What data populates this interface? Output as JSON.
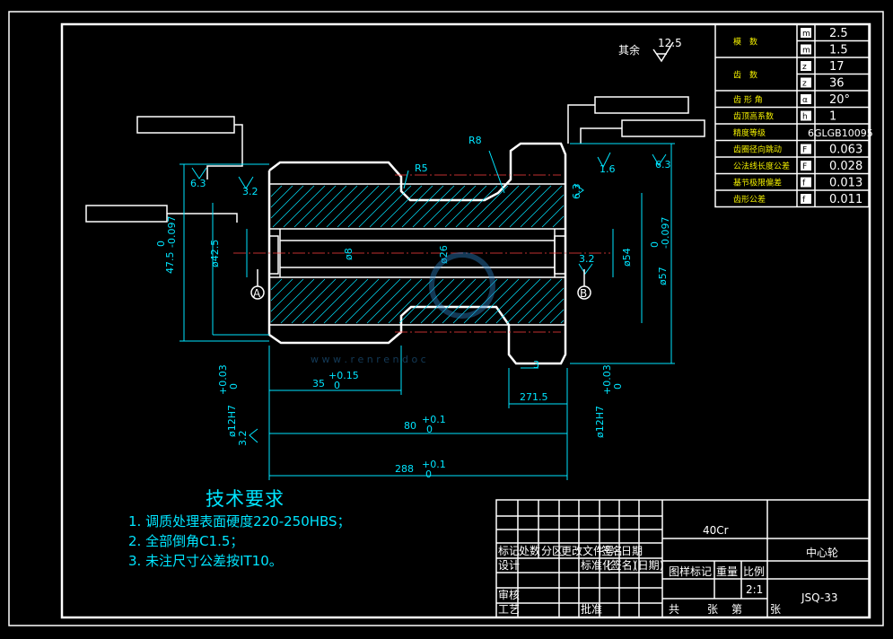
{
  "drawing": {
    "roughness_note": {
      "prefix": "其余",
      "value": "12.5"
    },
    "dimensions": {
      "r5": "R5",
      "r8": "R8",
      "d8": "ø8",
      "d26": "ø26",
      "d54": "ø54",
      "d42_5": "ø42.5",
      "d12_left": "ø12H7",
      "d12_right": "ø12H7",
      "tol_plus_003": "+0.03",
      "tol_zero": "0",
      "tol_minus_0097": "-0.097",
      "d47_5": "47.5",
      "d57": "ø57",
      "len35": "35",
      "tol_plus_015": "+0.15",
      "len27_5": "271.5",
      "len3": "3",
      "len80": "80",
      "tol_plus_01": "+0.1",
      "len288": "288",
      "ra_6_3a": "6.3",
      "ra_3_2a": "3.2",
      "ra_1_6": "1.6",
      "ra_6_3b": "6.3",
      "ra_6_3c": "6.3",
      "ra_3_2b": "3.2",
      "ra_3_2c": "3.2",
      "datum_a": "A",
      "datum_b": "B"
    },
    "watermark": "w w w . r e n r e n d o c"
  },
  "param_table": {
    "rows": [
      {
        "label": "模　数",
        "sym": "m",
        "value": "2.5"
      },
      {
        "label": "",
        "sym": "m",
        "value": "1.5"
      },
      {
        "label": "齿　数",
        "sym": "z",
        "value": "17"
      },
      {
        "label": "",
        "sym": "z",
        "value": "36"
      },
      {
        "label": "齿 形 角",
        "sym": "α",
        "value": "20°"
      },
      {
        "label": "齿顶高系数",
        "sym": "h",
        "value": "1"
      },
      {
        "label": "精度等级",
        "sym": "",
        "value": "6GLGB10095"
      },
      {
        "label": "齿圈径向跳动",
        "sym": "F",
        "value": "0.063"
      },
      {
        "label": "公法线长度公差",
        "sym": "F",
        "value": "0.028"
      },
      {
        "label": "基节极限偏差",
        "sym": "f",
        "value": "0.013"
      },
      {
        "label": "齿形公差",
        "sym": "f",
        "value": "0.011"
      }
    ]
  },
  "notes": {
    "title": "技术要求",
    "items": [
      "1. 调质处理表面硬度220-250HBS；",
      "2. 全部倒角C1.5；",
      "3. 未注尺寸公差按IT10。"
    ]
  },
  "title_block": {
    "material": "40Cr",
    "part_name": "中心轮",
    "drawing_no": "JSQ-33",
    "scale": "2:1",
    "header_labels": [
      "标记",
      "处数",
      "分区",
      "更改文件号",
      "签名",
      "日期"
    ],
    "design": "设计",
    "standard": "标准化",
    "check": "审核",
    "process": "工艺",
    "approve": "批准",
    "sign": "(签名)",
    "date": "(日期)",
    "mark": "图样标记",
    "weight": "重量",
    "ratio": "比例",
    "total": "共",
    "sheets": "张",
    "no": "第",
    "sheet_end": "张"
  }
}
